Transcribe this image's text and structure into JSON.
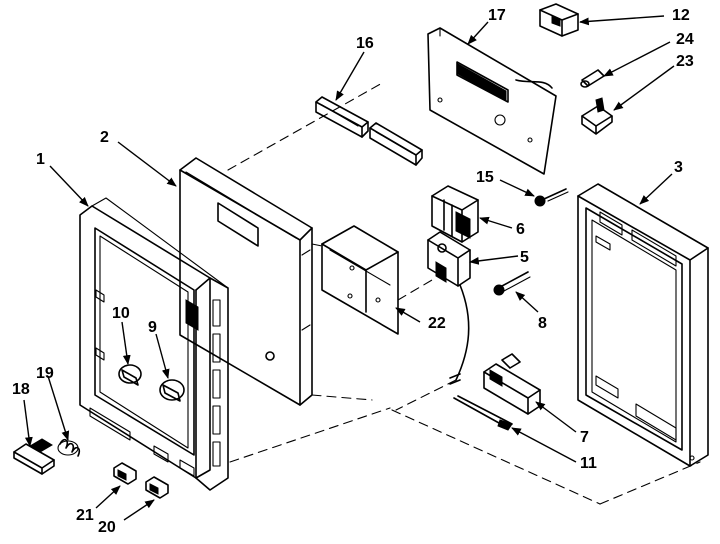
{
  "diagram": {
    "callouts": [
      {
        "key": "c1",
        "label": "1"
      },
      {
        "key": "c2",
        "label": "2"
      },
      {
        "key": "c3",
        "label": "3"
      },
      {
        "key": "c5",
        "label": "5"
      },
      {
        "key": "c6",
        "label": "6"
      },
      {
        "key": "c7",
        "label": "7"
      },
      {
        "key": "c8",
        "label": "8"
      },
      {
        "key": "c9",
        "label": "9"
      },
      {
        "key": "c10",
        "label": "10"
      },
      {
        "key": "c11",
        "label": "11"
      },
      {
        "key": "c12",
        "label": "12"
      },
      {
        "key": "c15",
        "label": "15"
      },
      {
        "key": "c16",
        "label": "16"
      },
      {
        "key": "c17",
        "label": "17"
      },
      {
        "key": "c18",
        "label": "18"
      },
      {
        "key": "c19",
        "label": "19"
      },
      {
        "key": "c20",
        "label": "20"
      },
      {
        "key": "c21",
        "label": "21"
      },
      {
        "key": "c22",
        "label": "22"
      },
      {
        "key": "c23",
        "label": "23"
      },
      {
        "key": "c24",
        "label": "24"
      }
    ]
  }
}
